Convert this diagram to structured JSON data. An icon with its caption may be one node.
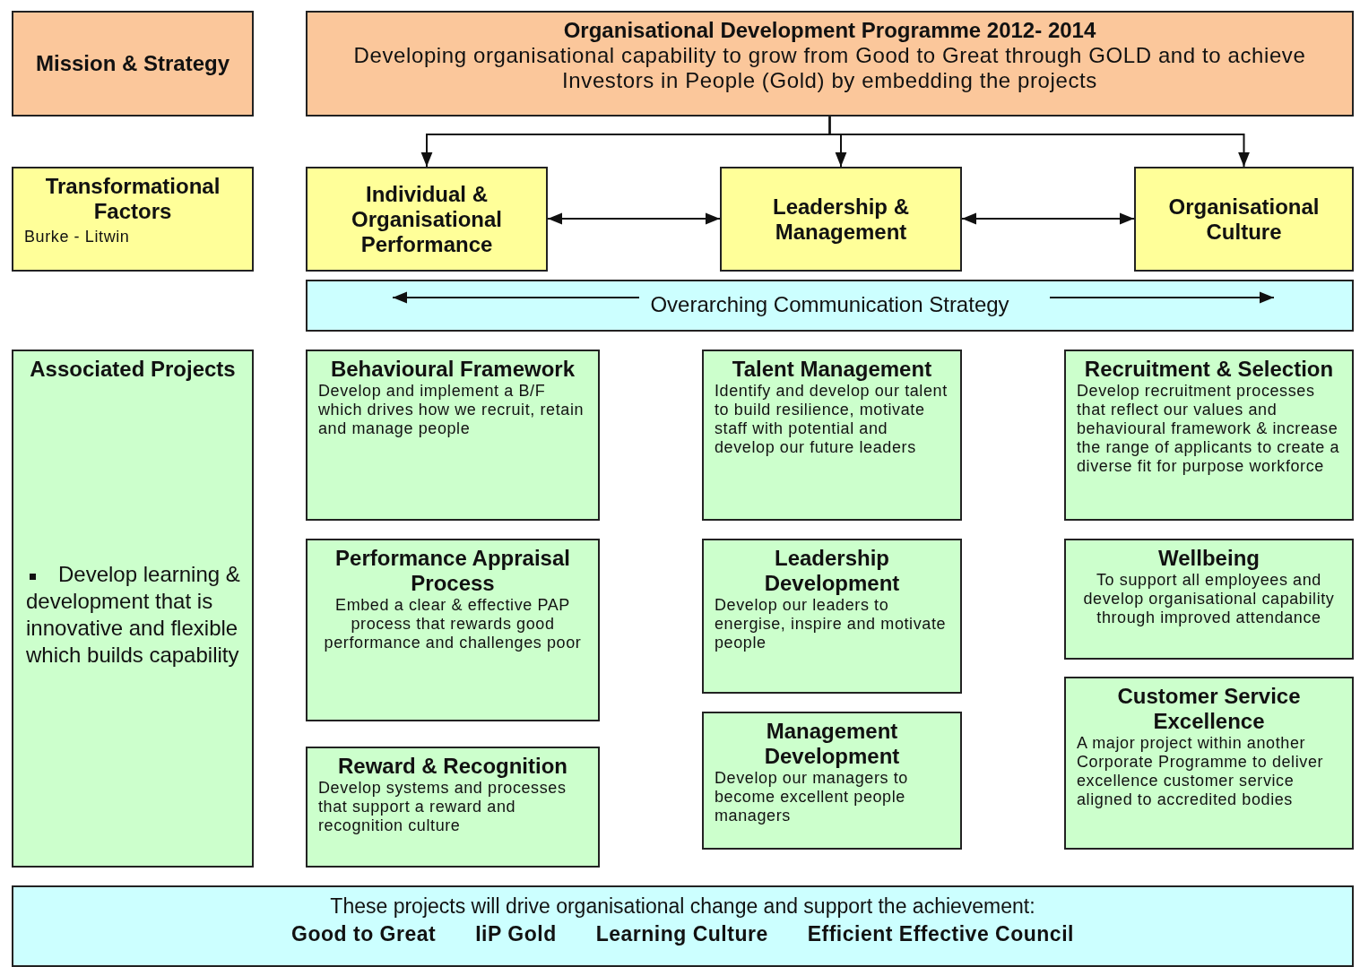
{
  "diagram": {
    "nodes": [
      {
        "text": [
          "Mission & Strategy"
        ]
      },
      {
        "text": [
          "Organisational Development Programme 2012- 2014",
          "Developing organisational capability to grow from Good to Great through GOLD and to achieve Investors in People (Gold) by embedding the projects"
        ]
      },
      {
        "text": [
          "Transformational Factors",
          "Burke - Litwin"
        ]
      },
      {
        "text": [
          "Individual & Organisational Performance"
        ]
      },
      {
        "text": [
          "Leadership & Management"
        ]
      },
      {
        "text": [
          "Organisational Culture"
        ]
      },
      {
        "text": [
          "Overarching Communication Strategy"
        ]
      },
      {
        "text": [
          "Associated Projects",
          "Develop learning & development that is innovative and flexible which builds capability"
        ]
      },
      {
        "text": [
          "Behavioural Framework",
          "Develop and implement a B/F which drives how we recruit, retain and manage people"
        ]
      },
      {
        "text": [
          "Performance Appraisal Process",
          "Embed a clear & effective PAP process that rewards good performance and challenges poor"
        ]
      },
      {
        "text": [
          "Reward & Recognition",
          "Develop systems and processes that support a reward and recognition culture"
        ]
      },
      {
        "text": [
          "Talent Management",
          "Identify and develop our talent to build resilience, motivate staff with potential and develop our future leaders"
        ]
      },
      {
        "text": [
          "Leadership Development",
          "Develop our leaders to energise, inspire and motivate people"
        ]
      },
      {
        "text": [
          "Management Development",
          "Develop our managers to become excellent people managers"
        ]
      },
      {
        "text": [
          "Recruitment & Selection",
          "Develop recruitment processes that reflect our values and behavioural framework & increase the range of applicants to create a diverse fit for purpose workforce"
        ]
      },
      {
        "text": [
          "Wellbeing",
          "To support all employees and develop organisational capability through improved attendance"
        ]
      },
      {
        "text": [
          "Customer Service Excellence",
          "A major project within another Corporate Programme to deliver excellence customer service aligned to accredited bodies"
        ]
      },
      {
        "text": [
          "These projects will drive organisational change and support the achievement:",
          "Good to Great",
          "IiP Gold",
          "Learning Culture",
          "Efficient Effective Council"
        ]
      }
    ],
    "edges": [
      {
        "from": 1,
        "to": 3,
        "arrow": "to"
      },
      {
        "from": 1,
        "to": 4,
        "arrow": "to"
      },
      {
        "from": 1,
        "to": 5,
        "arrow": "to"
      },
      {
        "from": 3,
        "to": 4,
        "arrow": "both"
      },
      {
        "from": 4,
        "to": 5,
        "arrow": "both"
      }
    ]
  }
}
